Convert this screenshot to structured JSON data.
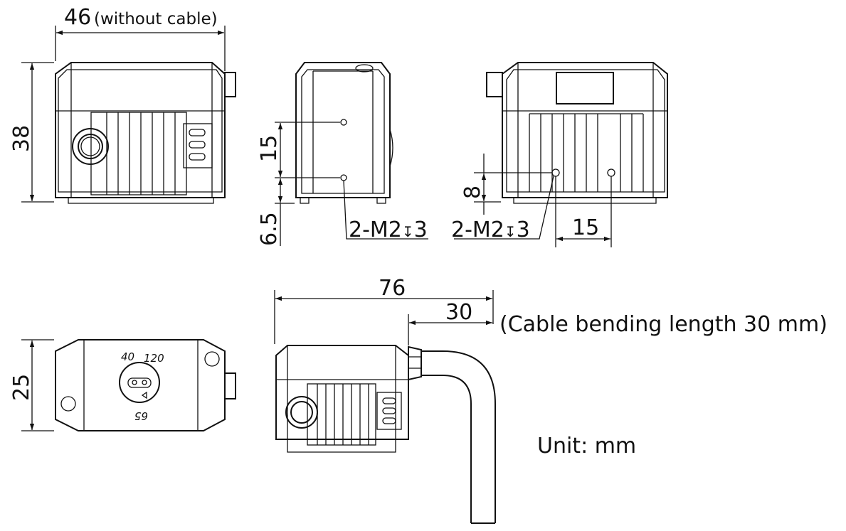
{
  "dimensions": {
    "front_width": "46",
    "front_width_note": "(without cable)",
    "front_height": "38",
    "side_hole_spacing": "15",
    "side_hole_offset": "6.5",
    "side_thread": "2-M2",
    "side_thread_depth": "3",
    "back_hole_height": "8",
    "back_hole_spacing": "15",
    "back_thread": "2-M2",
    "back_thread_depth": "3",
    "top_depth": "25",
    "total_length": "76",
    "cable_bend": "30",
    "cable_bend_note": "(Cable bending length 30 mm)"
  },
  "dial": {
    "mark_a": "40",
    "mark_b": "120",
    "mark_c": "65"
  },
  "unit_label": "Unit: mm",
  "depth_symbol": "↧"
}
